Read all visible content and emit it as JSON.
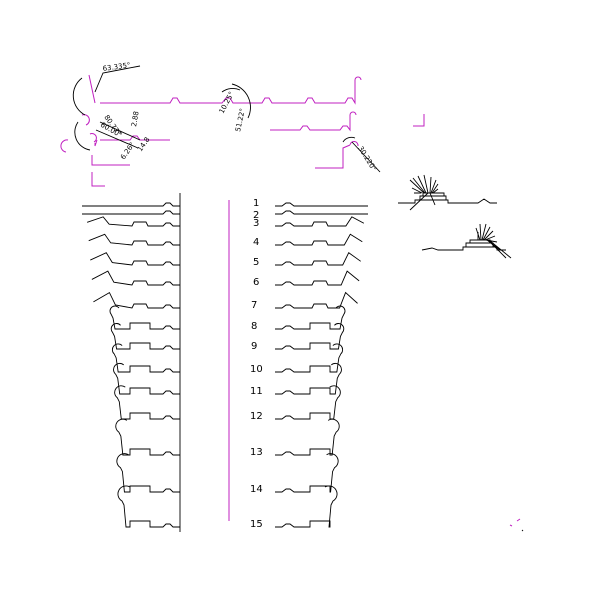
{
  "diagram": {
    "stages": [
      "1",
      "2",
      "3",
      "4",
      "5",
      "6",
      "7",
      "8",
      "9",
      "10",
      "11",
      "12",
      "13",
      "14",
      "15"
    ],
    "angle_labels": [
      "63.335°",
      "10.25°",
      "51.22°",
      "30.220°",
      "80.77°",
      "60.00°",
      "2.88",
      "6.26°",
      "14.8"
    ],
    "colors": {
      "profile": "#000000",
      "centerline": "#c020c0",
      "detail": "#c020c0"
    }
  }
}
